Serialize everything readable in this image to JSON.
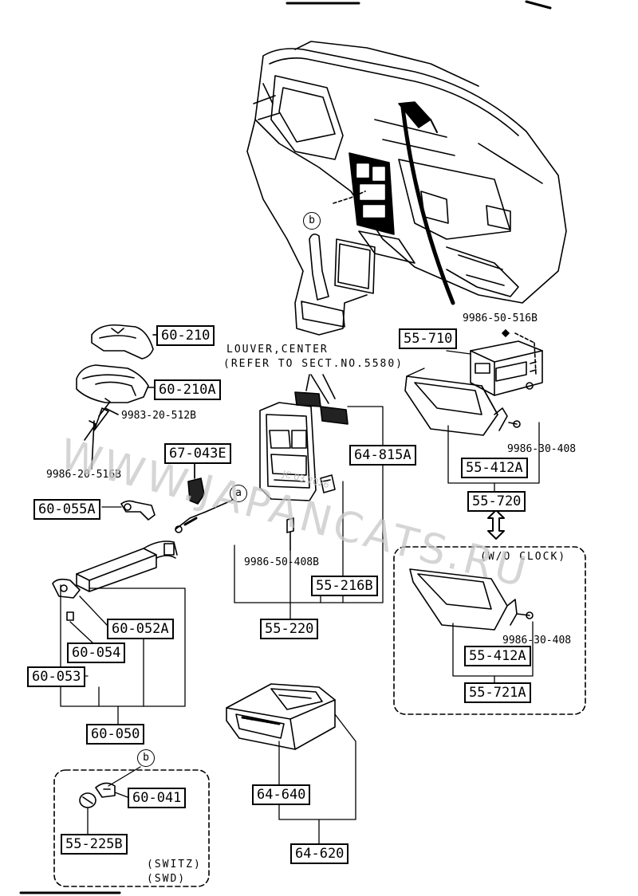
{
  "labels": {
    "p60_210": "60-210",
    "p60_210A": "60-210A",
    "p67_043E": "67-043E",
    "p60_055A": "60-055A",
    "p60_052A": "60-052A",
    "p60_054": "60-054",
    "p60_053": "60-053",
    "p60_050": "60-050",
    "p60_041": "60-041",
    "p55_225B": "55-225B",
    "p55_710": "55-710",
    "p55_412A_top": "55-412A",
    "p55_720": "55-720",
    "p64_815A": "64-815A",
    "p55_216B": "55-216B",
    "p55_220": "55-220",
    "p55_412A_bottom": "55-412A",
    "p55_721A": "55-721A",
    "p64_640": "64-640",
    "p64_620": "64-620"
  },
  "part_numbers": {
    "bolt_9983_20_512B": "9983-20-512B",
    "bolt_9986_20_516B": "9986-20-516B",
    "bolt_9986_50_516B": "9986-50-516B",
    "bolt_9986_30_408_top": "9986-30-408",
    "bolt_9986_50_408B": "9986-50-408B",
    "bolt_9986_30_408_bottom": "9986-30-408"
  },
  "notes": {
    "louver_line1": "LOUVER,CENTER",
    "louver_line2": "(REFER TO SECT.NO.5580)",
    "wo_clock": "(W/O CLOCK)",
    "switz": "(SWITZ)",
    "swd": "(SWD)"
  },
  "callouts": {
    "a": "a",
    "b_top": "b",
    "b_bottom": "b"
  },
  "watermark": {
    "main": "WWW.JAPANCATS.RU",
    "small": "JC 03.2026"
  }
}
